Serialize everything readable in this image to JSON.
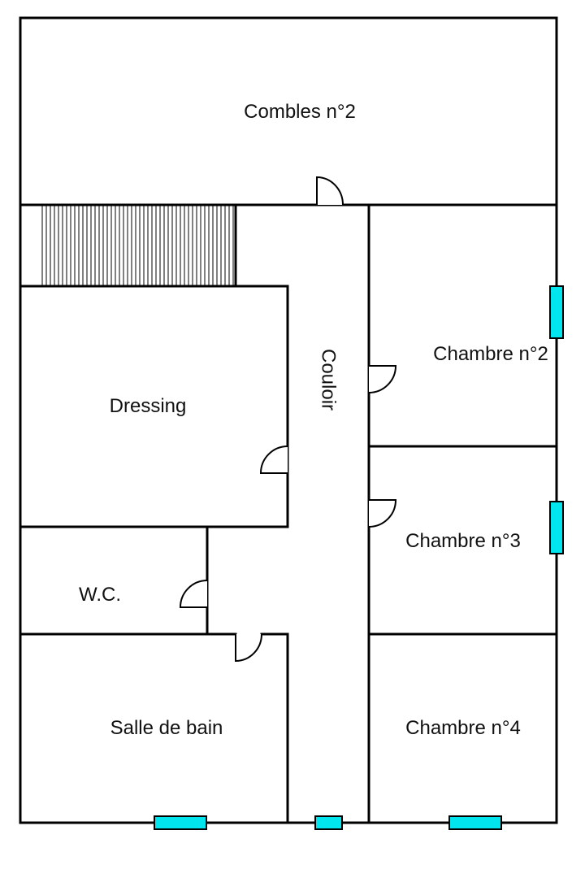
{
  "rooms": {
    "combles": "Combles n°2",
    "dressing": "Dressing",
    "couloir": "Couloir",
    "chambre2": "Chambre n°2",
    "chambre3": "Chambre n°3",
    "chambre4": "Chambre n°4",
    "wc": "W.C.",
    "salle_de_bain": "Salle de bain"
  },
  "colors": {
    "walls": "#000000",
    "window": "#00E5EE",
    "background": "#FFFFFF"
  }
}
